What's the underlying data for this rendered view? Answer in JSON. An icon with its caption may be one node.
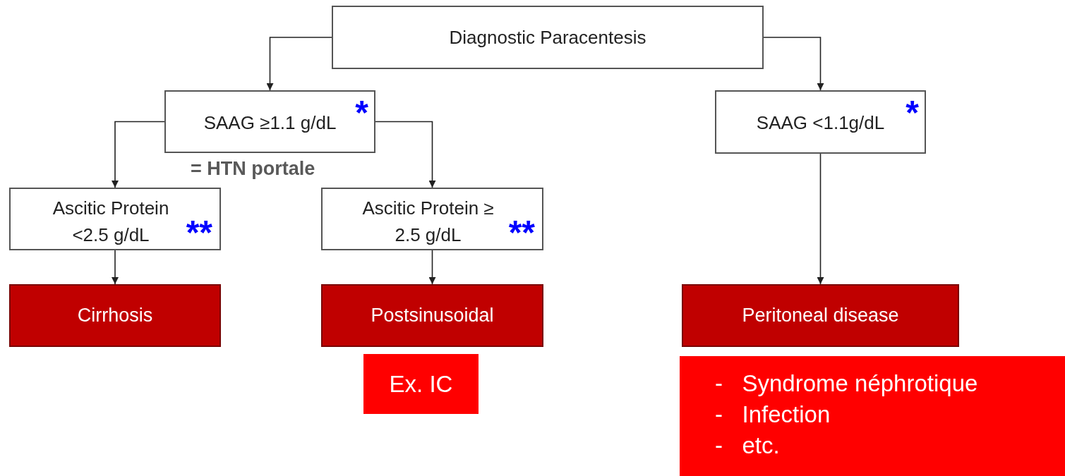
{
  "diagram": {
    "nodes": [
      {
        "text": [
          "Diagnostic Paracentesis"
        ]
      },
      {
        "text": [
          "SAAG ≥1.1 g/dL",
          "*"
        ]
      },
      {
        "text": [
          "SAAG <1.1g/dL",
          "*"
        ]
      },
      {
        "text": [
          "Ascitic Protein <2.5 g/dL",
          "**"
        ]
      },
      {
        "text": [
          "Ascitic Protein ≥ 2.5 g/dL",
          "**"
        ]
      },
      {
        "text": [
          "Cirrhosis"
        ]
      },
      {
        "text": [
          "Postsinusoidal"
        ]
      },
      {
        "text": [
          "Peritoneal disease"
        ]
      },
      {
        "text": [
          "Ex. IC"
        ]
      },
      {
        "text": [
          "-   Syndrome néphrotique",
          "-   Infection",
          "-   etc."
        ]
      }
    ],
    "edges": [
      {
        "from": 0,
        "to": 1,
        "arrow": "to"
      },
      {
        "from": 0,
        "to": 2,
        "arrow": "to"
      },
      {
        "from": 1,
        "to": 3,
        "arrow": "to"
      },
      {
        "from": 1,
        "to": 4,
        "arrow": "to"
      },
      {
        "from": 2,
        "to": 7,
        "arrow": "to"
      },
      {
        "from": 3,
        "to": 5,
        "arrow": "to"
      },
      {
        "from": 4,
        "to": 6,
        "arrow": "to"
      }
    ],
    "labels": [
      "= HTN portale"
    ]
  }
}
